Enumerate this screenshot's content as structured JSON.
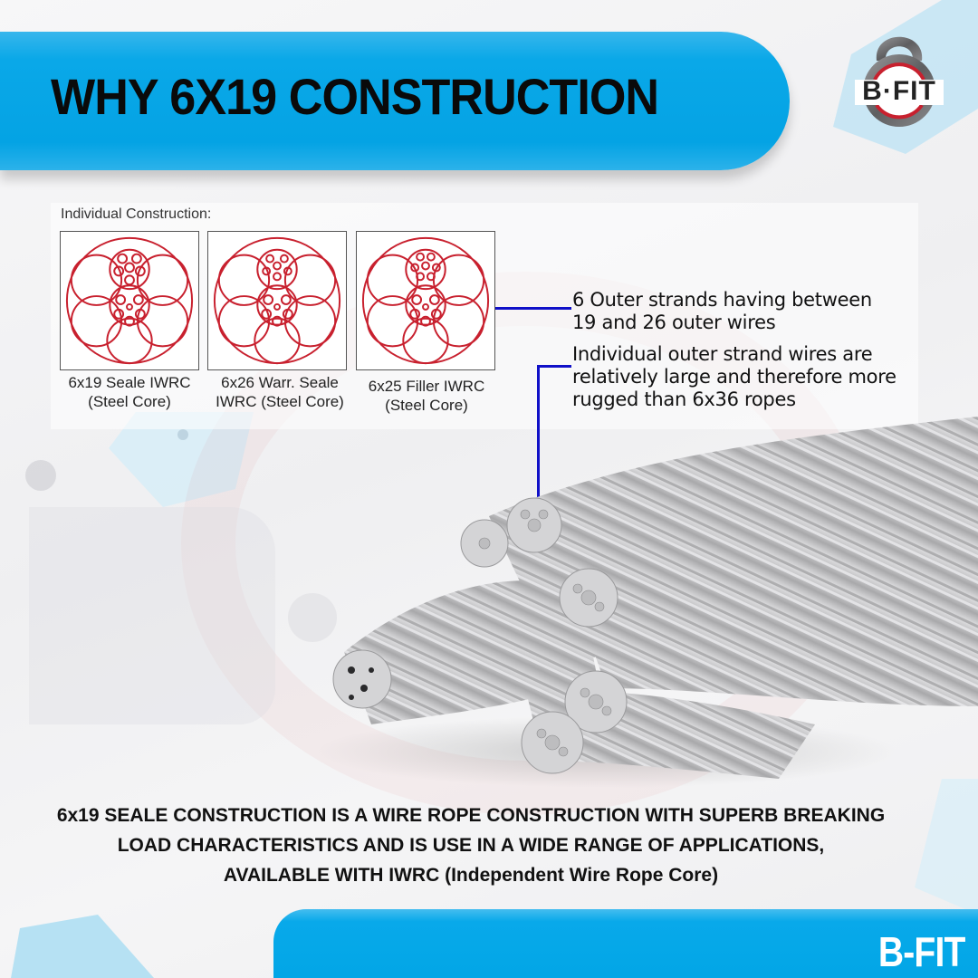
{
  "header": {
    "title": "WHY 6X19 CONSTRUCTION"
  },
  "logo": {
    "text": "B·FIT",
    "icon": "kettlebell-icon"
  },
  "construction": {
    "title": "Individual Construction:",
    "diagrams": [
      {
        "caption_line1": "6x19 Seale IWRC",
        "caption_line2": "(Steel Core)"
      },
      {
        "caption_line1": "6x26 Warr. Seale",
        "caption_line2": "IWRC (Steel Core)"
      },
      {
        "caption_line1": "6x25 Filler IWRC",
        "caption_line2": "(Steel Core)"
      }
    ],
    "diagram_color": "#c8202e"
  },
  "notes": [
    {
      "line1": "6 Outer strands having between",
      "line2": "19 and 26 outer wires"
    },
    {
      "line1": "Individual outer strand wires are",
      "line2": "relatively large and therefore more",
      "line3": "rugged than 6x36 ropes"
    }
  ],
  "connector_color": "#1010c8",
  "description": {
    "line1": "6x19 SEALE CONSTRUCTION IS A WIRE ROPE CONSTRUCTION WITH SUPERB BREAKING",
    "line2": "LOAD CHARACTERISTICS AND IS USE IN A WIDE RANGE OF APPLICATIONS,",
    "line3": "AVAILABLE WITH IWRC (Independent Wire Rope Core)"
  },
  "footer": {
    "brand": "B-FIT"
  },
  "colors": {
    "accent_blue": "#04a3e4",
    "text_dark": "#111111"
  }
}
